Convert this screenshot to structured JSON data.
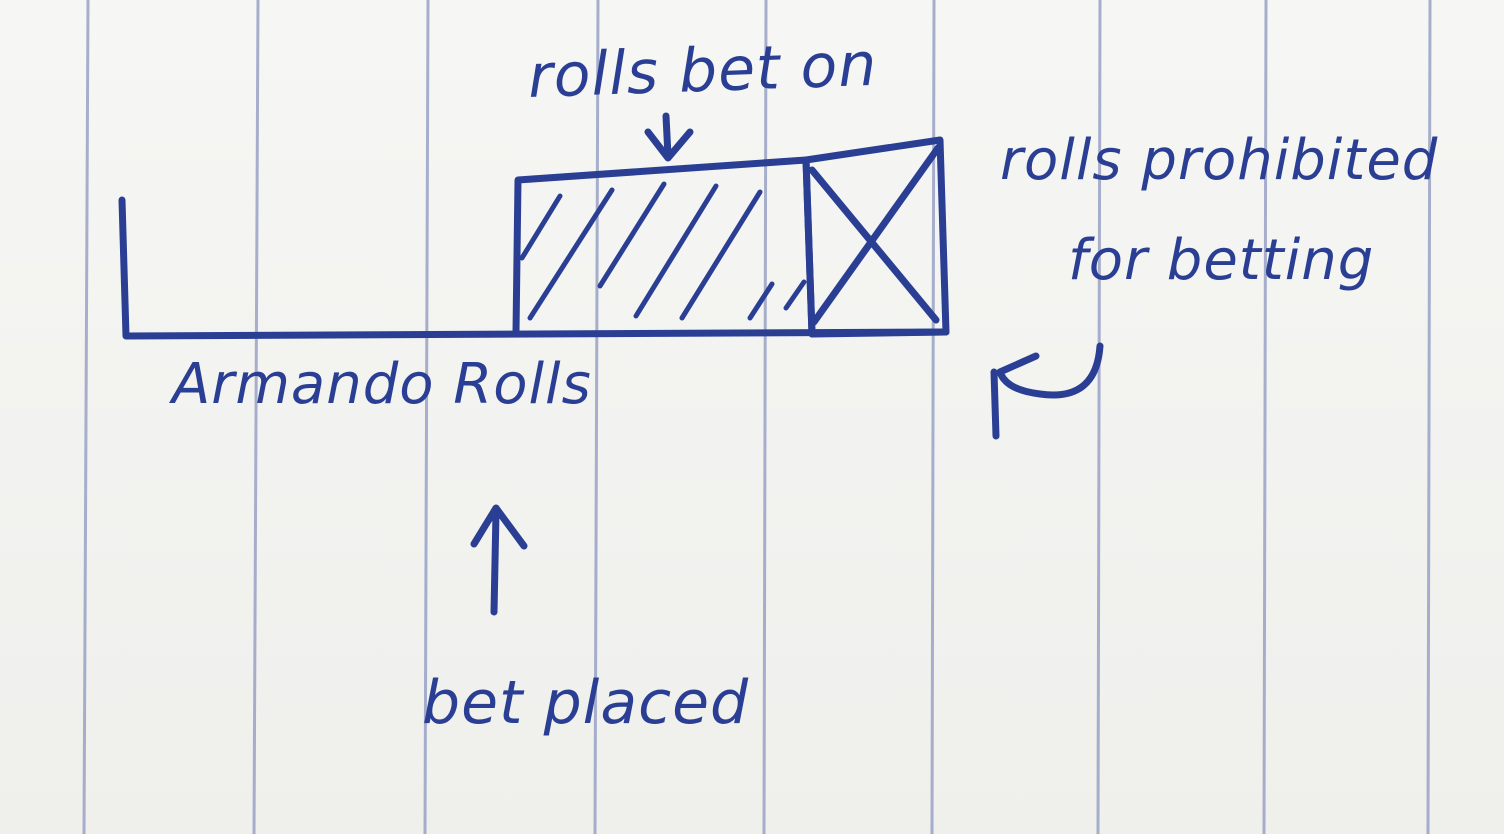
{
  "paper": {
    "ruling_color": "#9aa2c6",
    "ink_color": "#2a3f94"
  },
  "labels": {
    "rolls_bet_on": "rolls bet on",
    "prohibited_line1": "rolls prohibited",
    "prohibited_line2": "for betting",
    "armando_rolls": "Armando Rolls",
    "bet_placed": "bet placed"
  }
}
